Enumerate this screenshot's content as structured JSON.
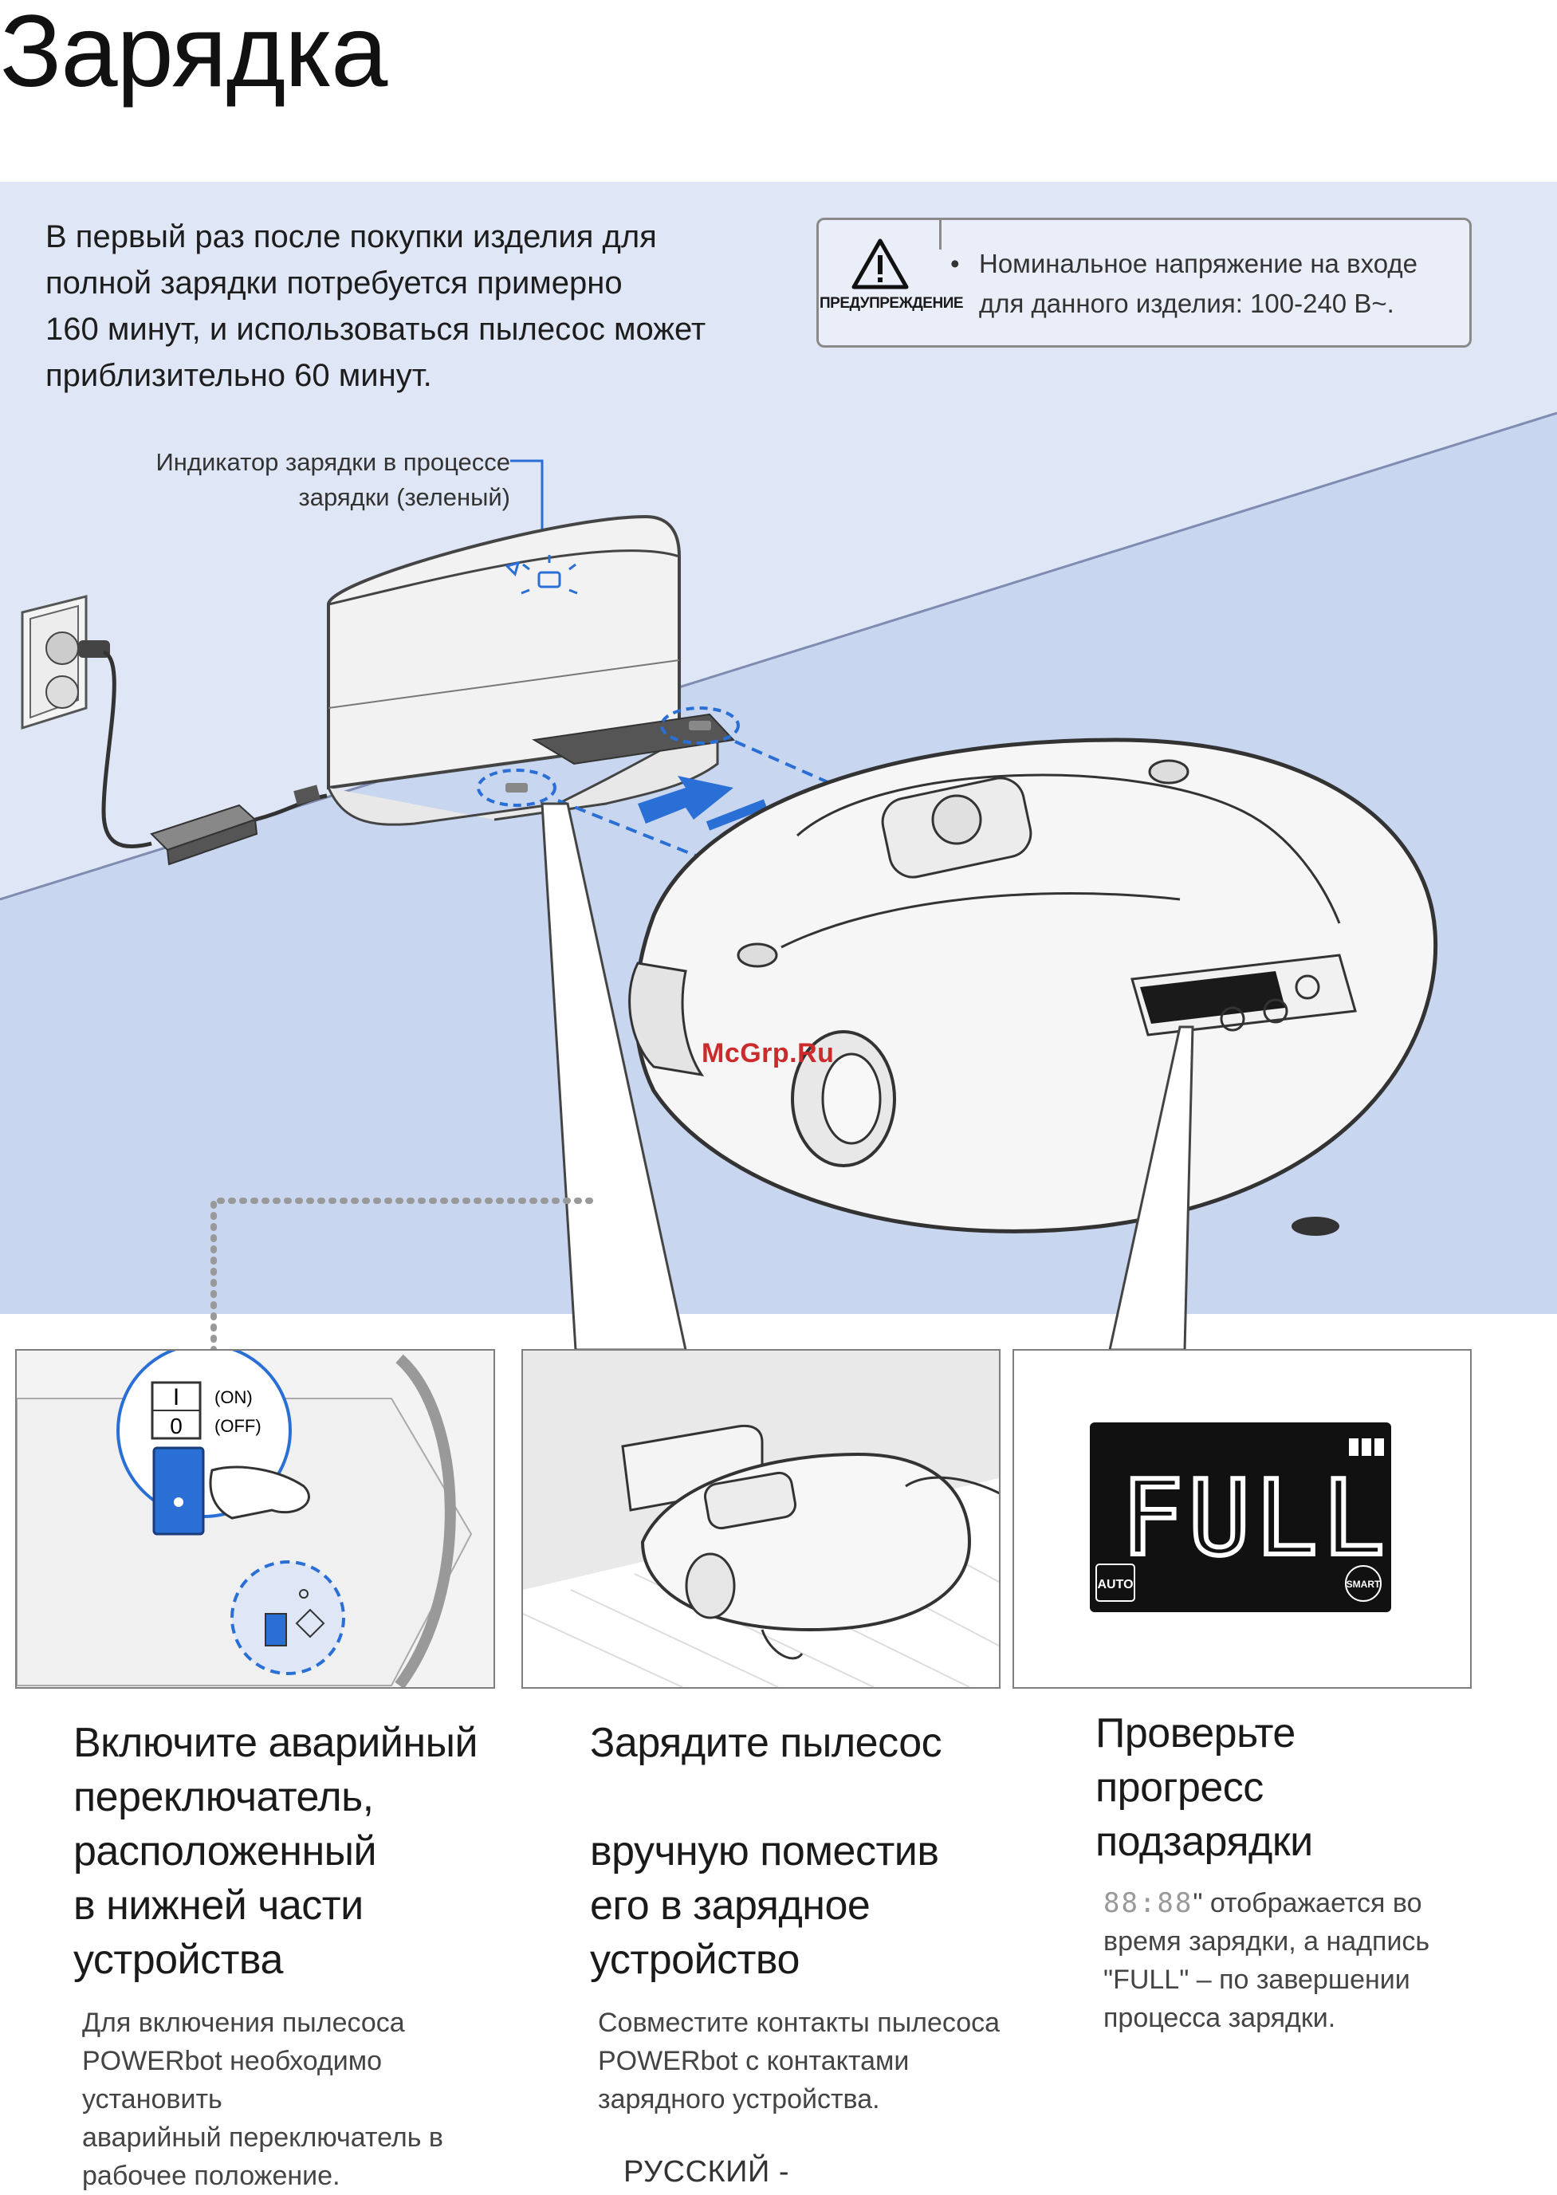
{
  "page": {
    "title": "Зарядка",
    "intro_lines": [
      "В первый раз после покупки изделия для",
      "полной зарядки потребуется примерно",
      "160 минут, и использоваться пылесос может",
      "приблизительно 60 минут."
    ],
    "watermark": "McGrp.Ru",
    "footer": "РУССКИЙ -"
  },
  "warning": {
    "label": "ПРЕДУПРЕЖДЕНИЕ",
    "bullet": "•",
    "lines": [
      "Номинальное напряжение на входе",
      "для данного изделия: 100-240 В~."
    ],
    "icon": "warning-triangle-icon"
  },
  "callout": {
    "indicator_lines": [
      "Индикатор зарядки в процессе",
      "зарядки (зеленый)"
    ]
  },
  "panels": {
    "switch": {
      "on_label": "(ON)",
      "off_label": "(OFF)",
      "on_symbol": "I",
      "off_symbol": "0"
    },
    "display": {
      "text": "FULL",
      "auto_label": "AUTO",
      "smart_label": "SMART"
    }
  },
  "steps": [
    {
      "title_lines": [
        "Включите аварийный",
        "переключатель,",
        "расположенный",
        "в нижней части",
        "устройства"
      ],
      "desc_lines": [
        "Для включения пылесоса",
        "POWERbot необходимо установить",
        "аварийный переключатель в",
        "рабочее положение."
      ]
    },
    {
      "title_lines": [
        "Зарядите пылесос",
        "",
        "вручную поместив",
        "его в зарядное",
        "устройство"
      ],
      "desc_lines": [
        "Совместите контакты пылесоса",
        "POWERbot с контактами",
        "зарядного устройства."
      ]
    },
    {
      "title_lines": [
        "Проверьте",
        "прогресс",
        "подзарядки"
      ],
      "desc_prefix_digits": "88:88",
      "desc_lines": [
        "\" отображается во",
        "время зарядки, а надпись",
        "\"FULL\" – по завершении",
        "процесса зарядки."
      ]
    }
  ],
  "colors": {
    "band": "#c9d6ef",
    "band_light": "#dbe4f6",
    "arrow_blue": "#2a6fd6",
    "lcd_bg": "#111111"
  }
}
